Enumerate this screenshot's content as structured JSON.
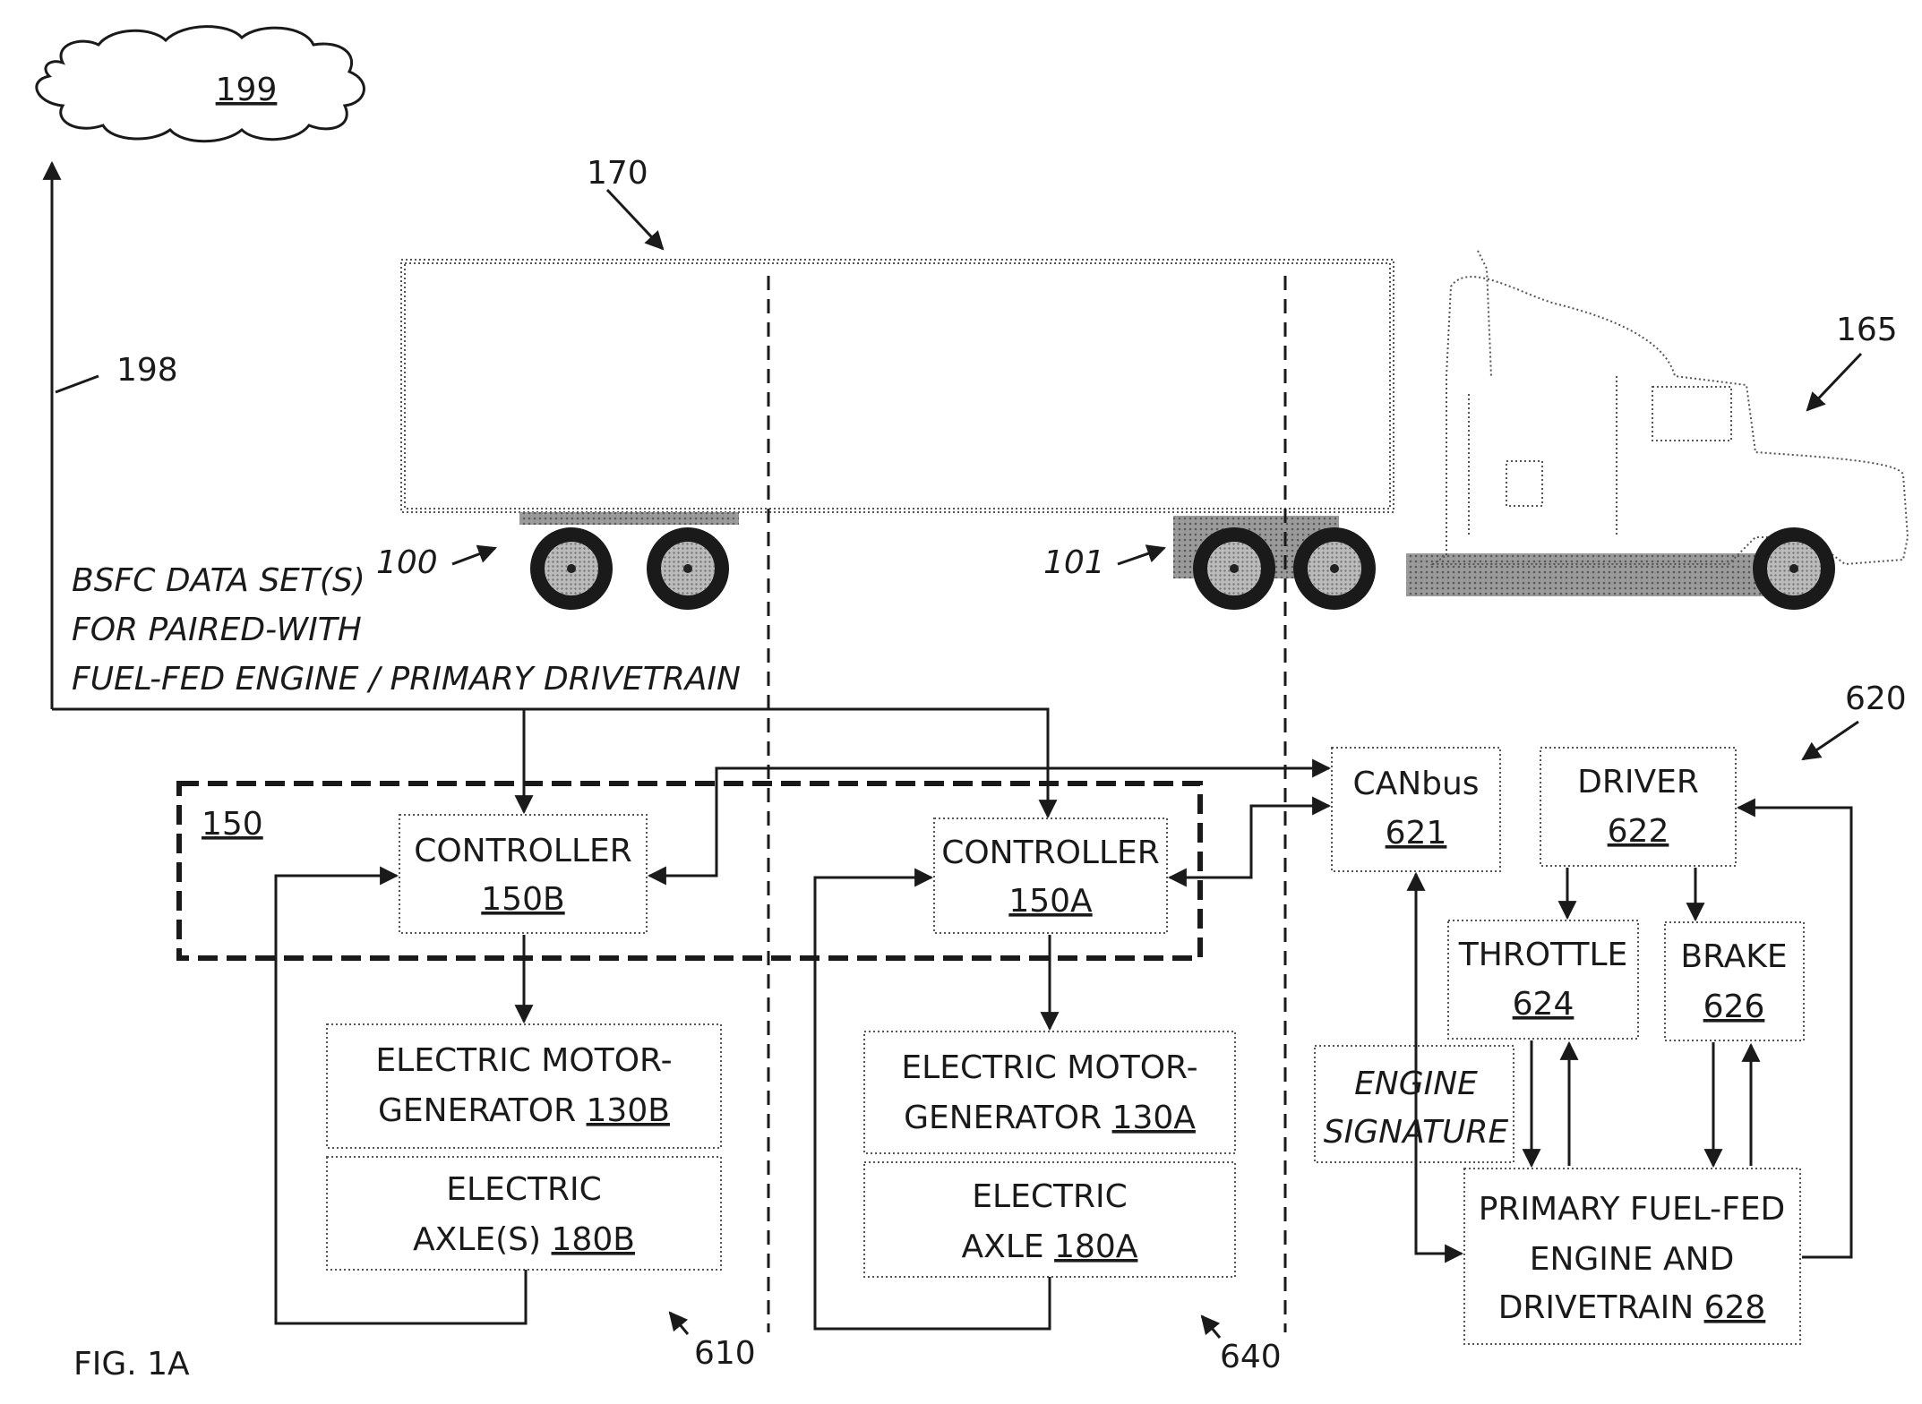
{
  "figure_label": "FIG. 1A",
  "refs": {
    "cloud": "199",
    "link": "198",
    "trailer": "170",
    "tractor": "165",
    "trailer_axle": "100",
    "tractor_axle": "101",
    "group_150": "150",
    "sys_610": "610",
    "sys_640": "640",
    "sys_620": "620"
  },
  "bsfc_text": {
    "line1": "BSFC DATA SET(S)",
    "line2": "FOR  PAIRED-WITH",
    "line3": "FUEL-FED ENGINE / PRIMARY DRIVETRAIN"
  },
  "engine_signature": {
    "line1": "ENGINE",
    "line2": "SIGNATURE"
  },
  "boxes": {
    "controller_b": {
      "line1": "CONTROLLER",
      "ref": "150B"
    },
    "controller_a": {
      "line1": "CONTROLLER",
      "ref": "150A"
    },
    "motor_b": {
      "line1": "ELECTRIC MOTOR-",
      "line2": "GENERATOR ",
      "ref": "130B"
    },
    "motor_a": {
      "line1": "ELECTRIC MOTOR-",
      "line2": "GENERATOR ",
      "ref": "130A"
    },
    "axle_b": {
      "line1": "ELECTRIC",
      "line2": "AXLE(S) ",
      "ref": "180B"
    },
    "axle_a": {
      "line1": "ELECTRIC",
      "line2": "AXLE ",
      "ref": "180A"
    },
    "canbus": {
      "line1": "CANbus",
      "ref": "621"
    },
    "driver": {
      "line1": "DRIVER",
      "ref": "622"
    },
    "throttle": {
      "line1": "THROTTLE",
      "ref": "624"
    },
    "brake": {
      "line1": "BRAKE",
      "ref": "626"
    },
    "engine": {
      "line1": "PRIMARY FUEL-FED",
      "line2": "ENGINE AND",
      "line3": "DRIVETRAIN ",
      "ref": "628"
    }
  }
}
